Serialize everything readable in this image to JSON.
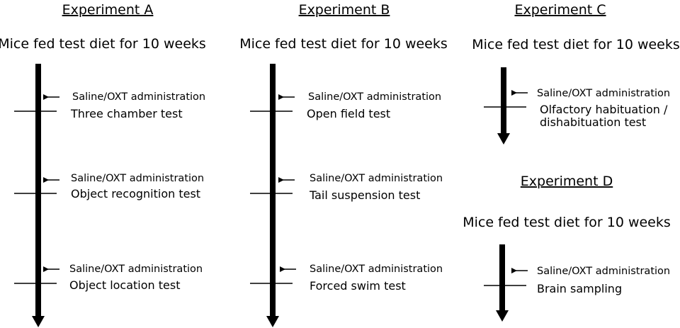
{
  "experiments": [
    {
      "title": "Experiment A",
      "subtitle": "Mice fed test diet for 10 weeks",
      "steps": [
        {
          "admin": "Saline/OXT administration",
          "test": [
            "Three chamber test"
          ]
        },
        {
          "admin": "Saline/OXT administration",
          "test": [
            "Object recognition test"
          ]
        },
        {
          "admin": "Saline/OXT administration",
          "test": [
            "Object location test"
          ]
        }
      ]
    },
    {
      "title": "Experiment B",
      "subtitle": "Mice fed test diet for 10 weeks",
      "steps": [
        {
          "admin": "Saline/OXT administration",
          "test": [
            "Open field test"
          ]
        },
        {
          "admin": "Saline/OXT administration",
          "test": [
            "Tail suspension test"
          ]
        },
        {
          "admin": "Saline/OXT administration",
          "test": [
            "Forced swim test"
          ]
        }
      ]
    },
    {
      "title": "Experiment C",
      "subtitle": "Mice fed test diet for 10 weeks",
      "steps": [
        {
          "admin": "Saline/OXT administration",
          "test": [
            "Olfactory habituation /",
            "dishabituation test"
          ]
        }
      ]
    },
    {
      "title": "Experiment D",
      "subtitle": "Mice fed test diet for 10 weeks",
      "steps": [
        {
          "admin": "Saline/OXT administration",
          "test": [
            "Brain sampling"
          ]
        }
      ]
    }
  ]
}
